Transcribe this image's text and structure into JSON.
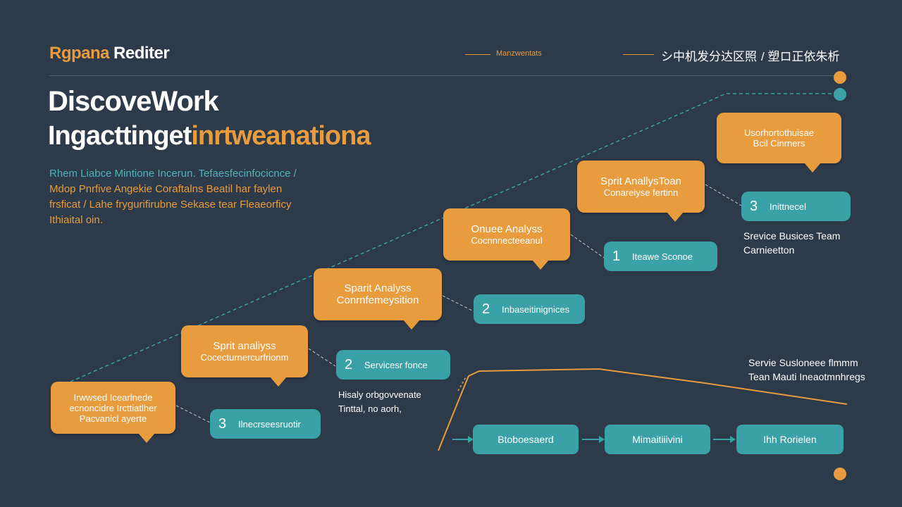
{
  "brand": {
    "part1": "Rgpana",
    "part2": "Rediter"
  },
  "nav": {
    "link1": "Manzwentats",
    "link2": "シ中机发分达区照",
    "link3": "/ 塑ロ正依朱析"
  },
  "hero": {
    "title_line1": "DiscoveWork",
    "title_line2_white": "Ingacttinget",
    "title_line2_orange": "inrtweanationa",
    "description": [
      "Rhem Liabce Mintione Incerun. Tefaesfecinfocicnce /",
      "Mdop Pnrfive Angekie Coraftalns Beatil har faylen",
      "frsficat / Lahe frygurifirubne Sekase tear Fleaeorficy",
      "Ithiaital oin."
    ]
  },
  "bubbles": [
    {
      "name": "bubble-1",
      "line1": "Irwwsed Icearlnede",
      "line2": "ecnoncidre Ircttiatlher",
      "line3": "Pacvanicl ayerte"
    },
    {
      "name": "bubble-2",
      "line1": "Sprit analiyss",
      "line2": "Cocecturnercurfrionm"
    },
    {
      "name": "bubble-3",
      "line1": "Sparit Analyss",
      "line2": "Conrnfemeysition"
    },
    {
      "name": "bubble-4",
      "line1": "Onuee Analyss",
      "line2": "Cocnnnecteeanul"
    },
    {
      "name": "bubble-5",
      "line1": "Sprit AnallysToan",
      "line2": "Conareiyse fertinn"
    },
    {
      "name": "bubble-6",
      "line1": "Usorhortothuisae",
      "line2": "Bcil Cinrners"
    }
  ],
  "pills": [
    {
      "name": "pill-3-lower",
      "num": "3",
      "label": "Ilnecrseesruotir"
    },
    {
      "name": "pill-2-service",
      "num": "2",
      "label": "Servicesr fonce"
    },
    {
      "name": "pill-2-upper",
      "num": "2",
      "label": "Inbaseitinignices"
    },
    {
      "name": "pill-1",
      "num": "1",
      "label": "Iteawe Sconoe"
    },
    {
      "name": "pill-3-upper",
      "num": "3",
      "label": "Inittnecel"
    }
  ],
  "side_notes": {
    "mid_line1": "Hisaly orbgovvenate",
    "mid_line2": "Tinttal, no aorh,",
    "right1_line1": "Srevice Busices Team",
    "right1_line2": "Carnieetton",
    "right2_line1": "Servie Susloneee flmmm",
    "right2_line2": "Tean Mauti Ineaotmnhregs"
  },
  "flow": [
    "Btoboesaerd",
    "Mimaitiiivini",
    "Ihh Rorielen"
  ],
  "colors": {
    "background": "#2c3a4a",
    "accent_orange": "#e89c3e",
    "accent_teal": "#3aa1a6"
  }
}
